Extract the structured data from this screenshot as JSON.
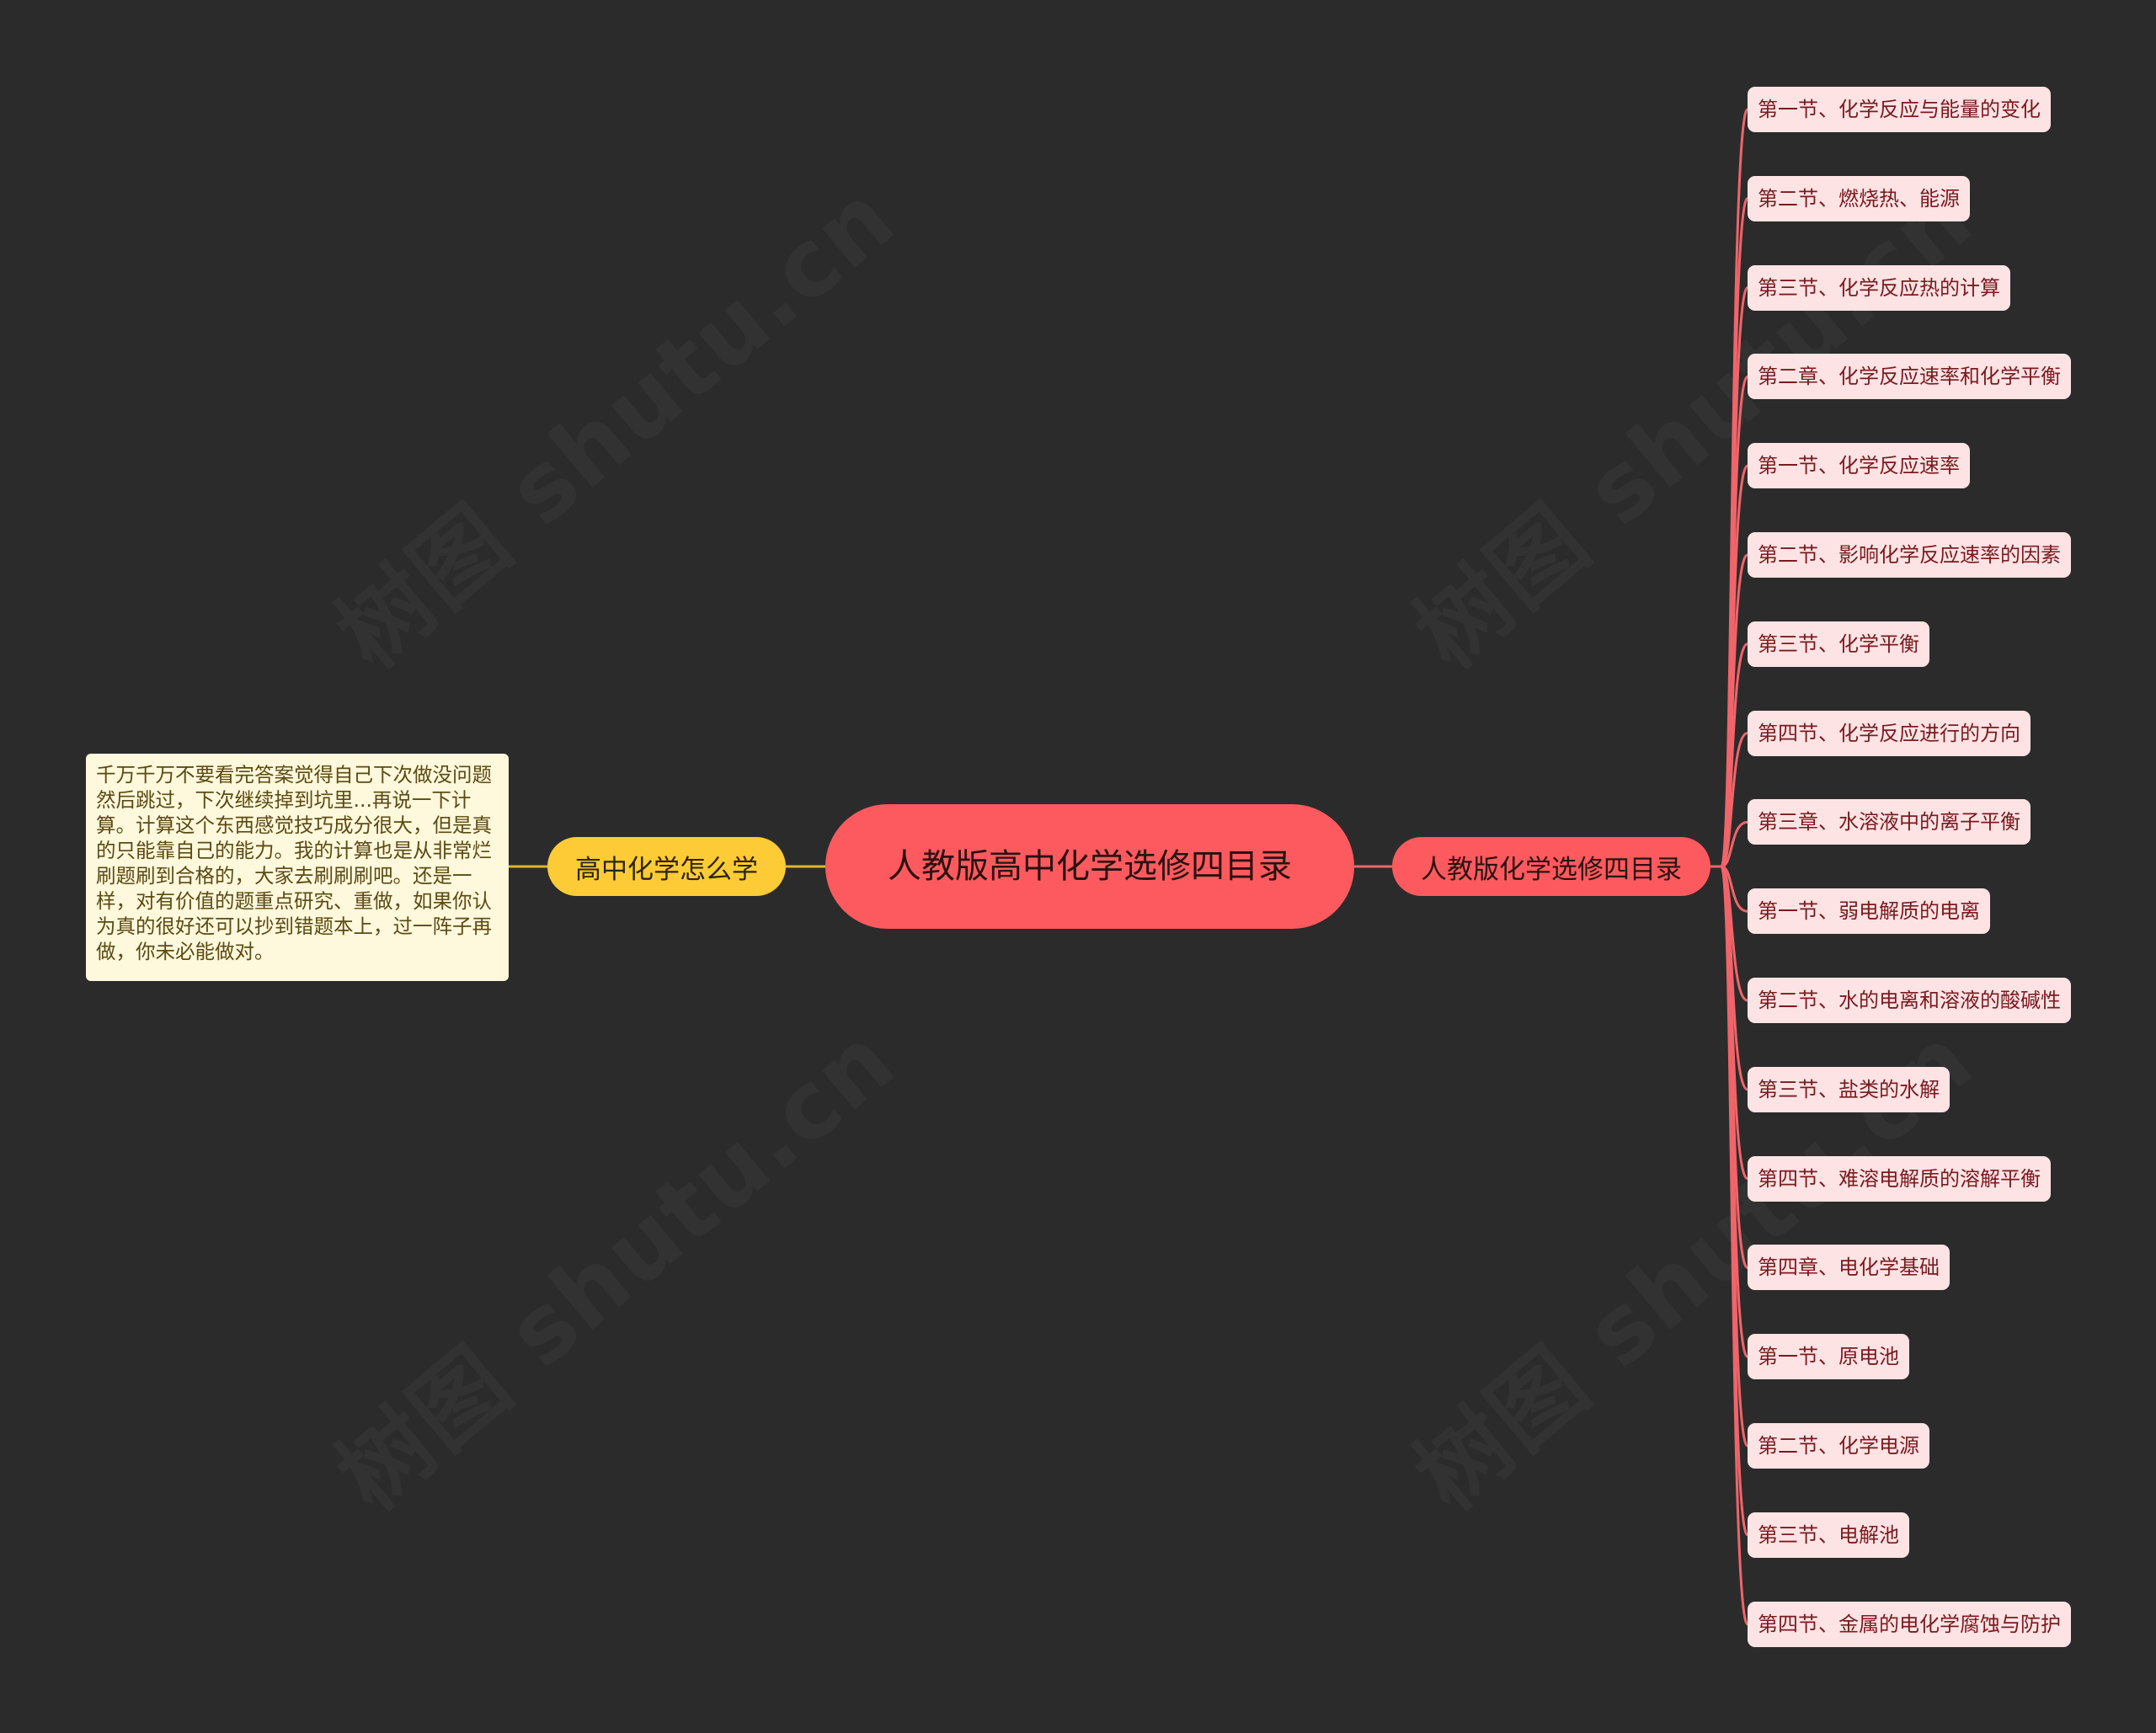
{
  "colors": {
    "background": "#2b2b2b",
    "root_fill": "#fc5a5e",
    "root_text": "#2b1111",
    "branch_right_fill": "#fc5a5e",
    "branch_right_text": "#2b1111",
    "branch_left_fill": "#fdcb35",
    "branch_left_text": "#2b2510",
    "note_fill": "#fef8dc",
    "note_text": "#5b4a12",
    "leaf_fill": "#fde3e4",
    "leaf_text": "#7a1a1f",
    "connector_right": "#f0646a",
    "connector_left": "#e2b62e",
    "watermark": "rgba(255,255,255,0.035)"
  },
  "root": {
    "label": "人教版高中化学选修四目录"
  },
  "left_branch": {
    "label": "高中化学怎么学",
    "note": "千万千万不要看完答案觉得自己下次做没问题然后跳过，下次继续掉到坑里...再说一下计算。计算这个东西感觉技巧成分很大，但是真的只能靠自己的能力。我的计算也是从非常烂刷题刷到合格的，大家去刷刷刷吧。还是一样，对有价值的题重点研究、重做，如果你认为真的很好还可以抄到错题本上，过一阵子再做，你未必能做对。"
  },
  "right_branch": {
    "label": "人教版化学选修四目录",
    "items": [
      {
        "label": "第一节、化学反应与能量的变化"
      },
      {
        "label": "第二节、燃烧热、能源"
      },
      {
        "label": "第三节、化学反应热的计算"
      },
      {
        "label": "第二章、化学反应速率和化学平衡"
      },
      {
        "label": "第一节、化学反应速率"
      },
      {
        "label": "第二节、影响化学反应速率的因素"
      },
      {
        "label": "第三节、化学平衡"
      },
      {
        "label": "第四节、化学反应进行的方向"
      },
      {
        "label": "第三章、水溶液中的离子平衡"
      },
      {
        "label": "第一节、弱电解质的电离"
      },
      {
        "label": "第二节、水的电离和溶液的酸碱性"
      },
      {
        "label": "第三节、盐类的水解"
      },
      {
        "label": "第四节、难溶电解质的溶解平衡"
      },
      {
        "label": "第四章、电化学基础"
      },
      {
        "label": "第一节、原电池"
      },
      {
        "label": "第二节、化学电源"
      },
      {
        "label": "第三节、电解池"
      },
      {
        "label": "第四节、金属的电化学腐蚀与防护"
      }
    ]
  },
  "watermark": {
    "text": "树图 shutu.cn"
  }
}
